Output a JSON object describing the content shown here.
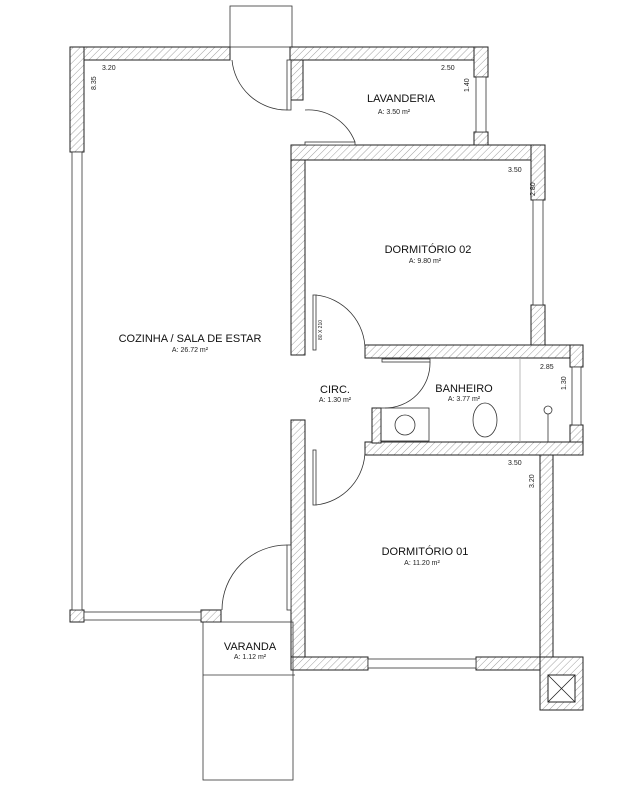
{
  "rooms": {
    "cozinha": {
      "name": "COZINHA / SALA DE ESTAR",
      "area": "A: 26.72 m²"
    },
    "lavanderia": {
      "name": "LAVANDERIA",
      "area": "A: 3.50 m²"
    },
    "dormitorio02": {
      "name": "DORMITÓRIO 02",
      "area": "A: 9.80 m²"
    },
    "circ": {
      "name": "CIRC.",
      "area": "A: 1.30 m²"
    },
    "banheiro": {
      "name": "BANHEIRO",
      "area": "A: 3.77 m²"
    },
    "dormitorio01": {
      "name": "DORMITÓRIO 01",
      "area": "A: 11.20 m²"
    },
    "varanda": {
      "name": "VARANDA",
      "area": "A: 1.12 m²"
    }
  },
  "dimensions": {
    "cozinha_w": "3.20",
    "cozinha_h": "8.35",
    "lavanderia_w": "2.50",
    "lavanderia_h": "1.40",
    "dorm02_w": "3.50",
    "dorm02_h": "2.80",
    "banheiro_w": "2.85",
    "banheiro_h": "1.30",
    "dorm01_w": "3.50",
    "dorm01_h": "3.20",
    "door_spec": "80 X 210"
  }
}
